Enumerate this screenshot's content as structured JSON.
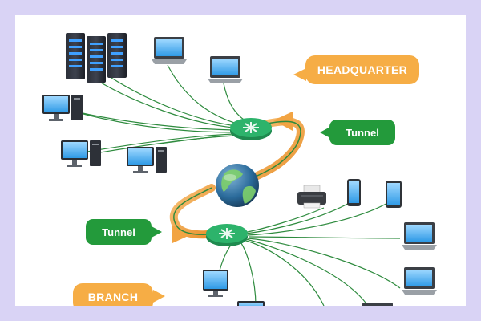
{
  "labels": {
    "headquarter": "HEADQUARTER",
    "tunnel_top": "Tunnel",
    "tunnel_bottom": "Tunnel",
    "branch": "BRANCH"
  },
  "colors": {
    "frame": "#d9d3f5",
    "orange_label": "#f6ad45",
    "green_label": "#239a3b",
    "router": "#2db36b",
    "link": "#2e8b3e",
    "tunnel": "#f0a03a"
  },
  "icons": [
    "server-rack-icon",
    "laptop-icon",
    "desktop-pc-icon",
    "router-icon",
    "globe-icon",
    "printer-icon",
    "smartphone-icon",
    "tablet-icon"
  ]
}
